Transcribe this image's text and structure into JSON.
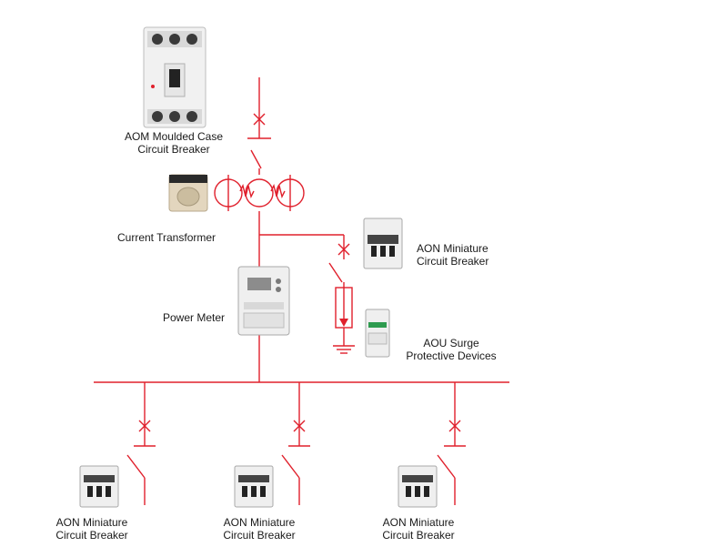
{
  "colors": {
    "wire": "#e0202c",
    "device_body": "#eeeeee",
    "device_outline": "#9a9a9a"
  },
  "labels": {
    "mccb": {
      "line1": "AOM Moulded Case",
      "line2": "Circuit Breaker"
    },
    "ct": "Current Transformer",
    "meter": "Power Meter",
    "mcb_branch": {
      "line1": "AON Miniature",
      "line2": "Circuit Breaker"
    },
    "spd": {
      "line1": "AOU Surge",
      "line2": "Protective Devices"
    },
    "mcb_out1": {
      "line1": "AON Miniature",
      "line2": "Circuit Breaker"
    },
    "mcb_out2": {
      "line1": "AON Miniature",
      "line2": "Circuit Breaker"
    },
    "mcb_out3": {
      "line1": "AON Miniature",
      "line2": "Circuit Breaker"
    }
  }
}
